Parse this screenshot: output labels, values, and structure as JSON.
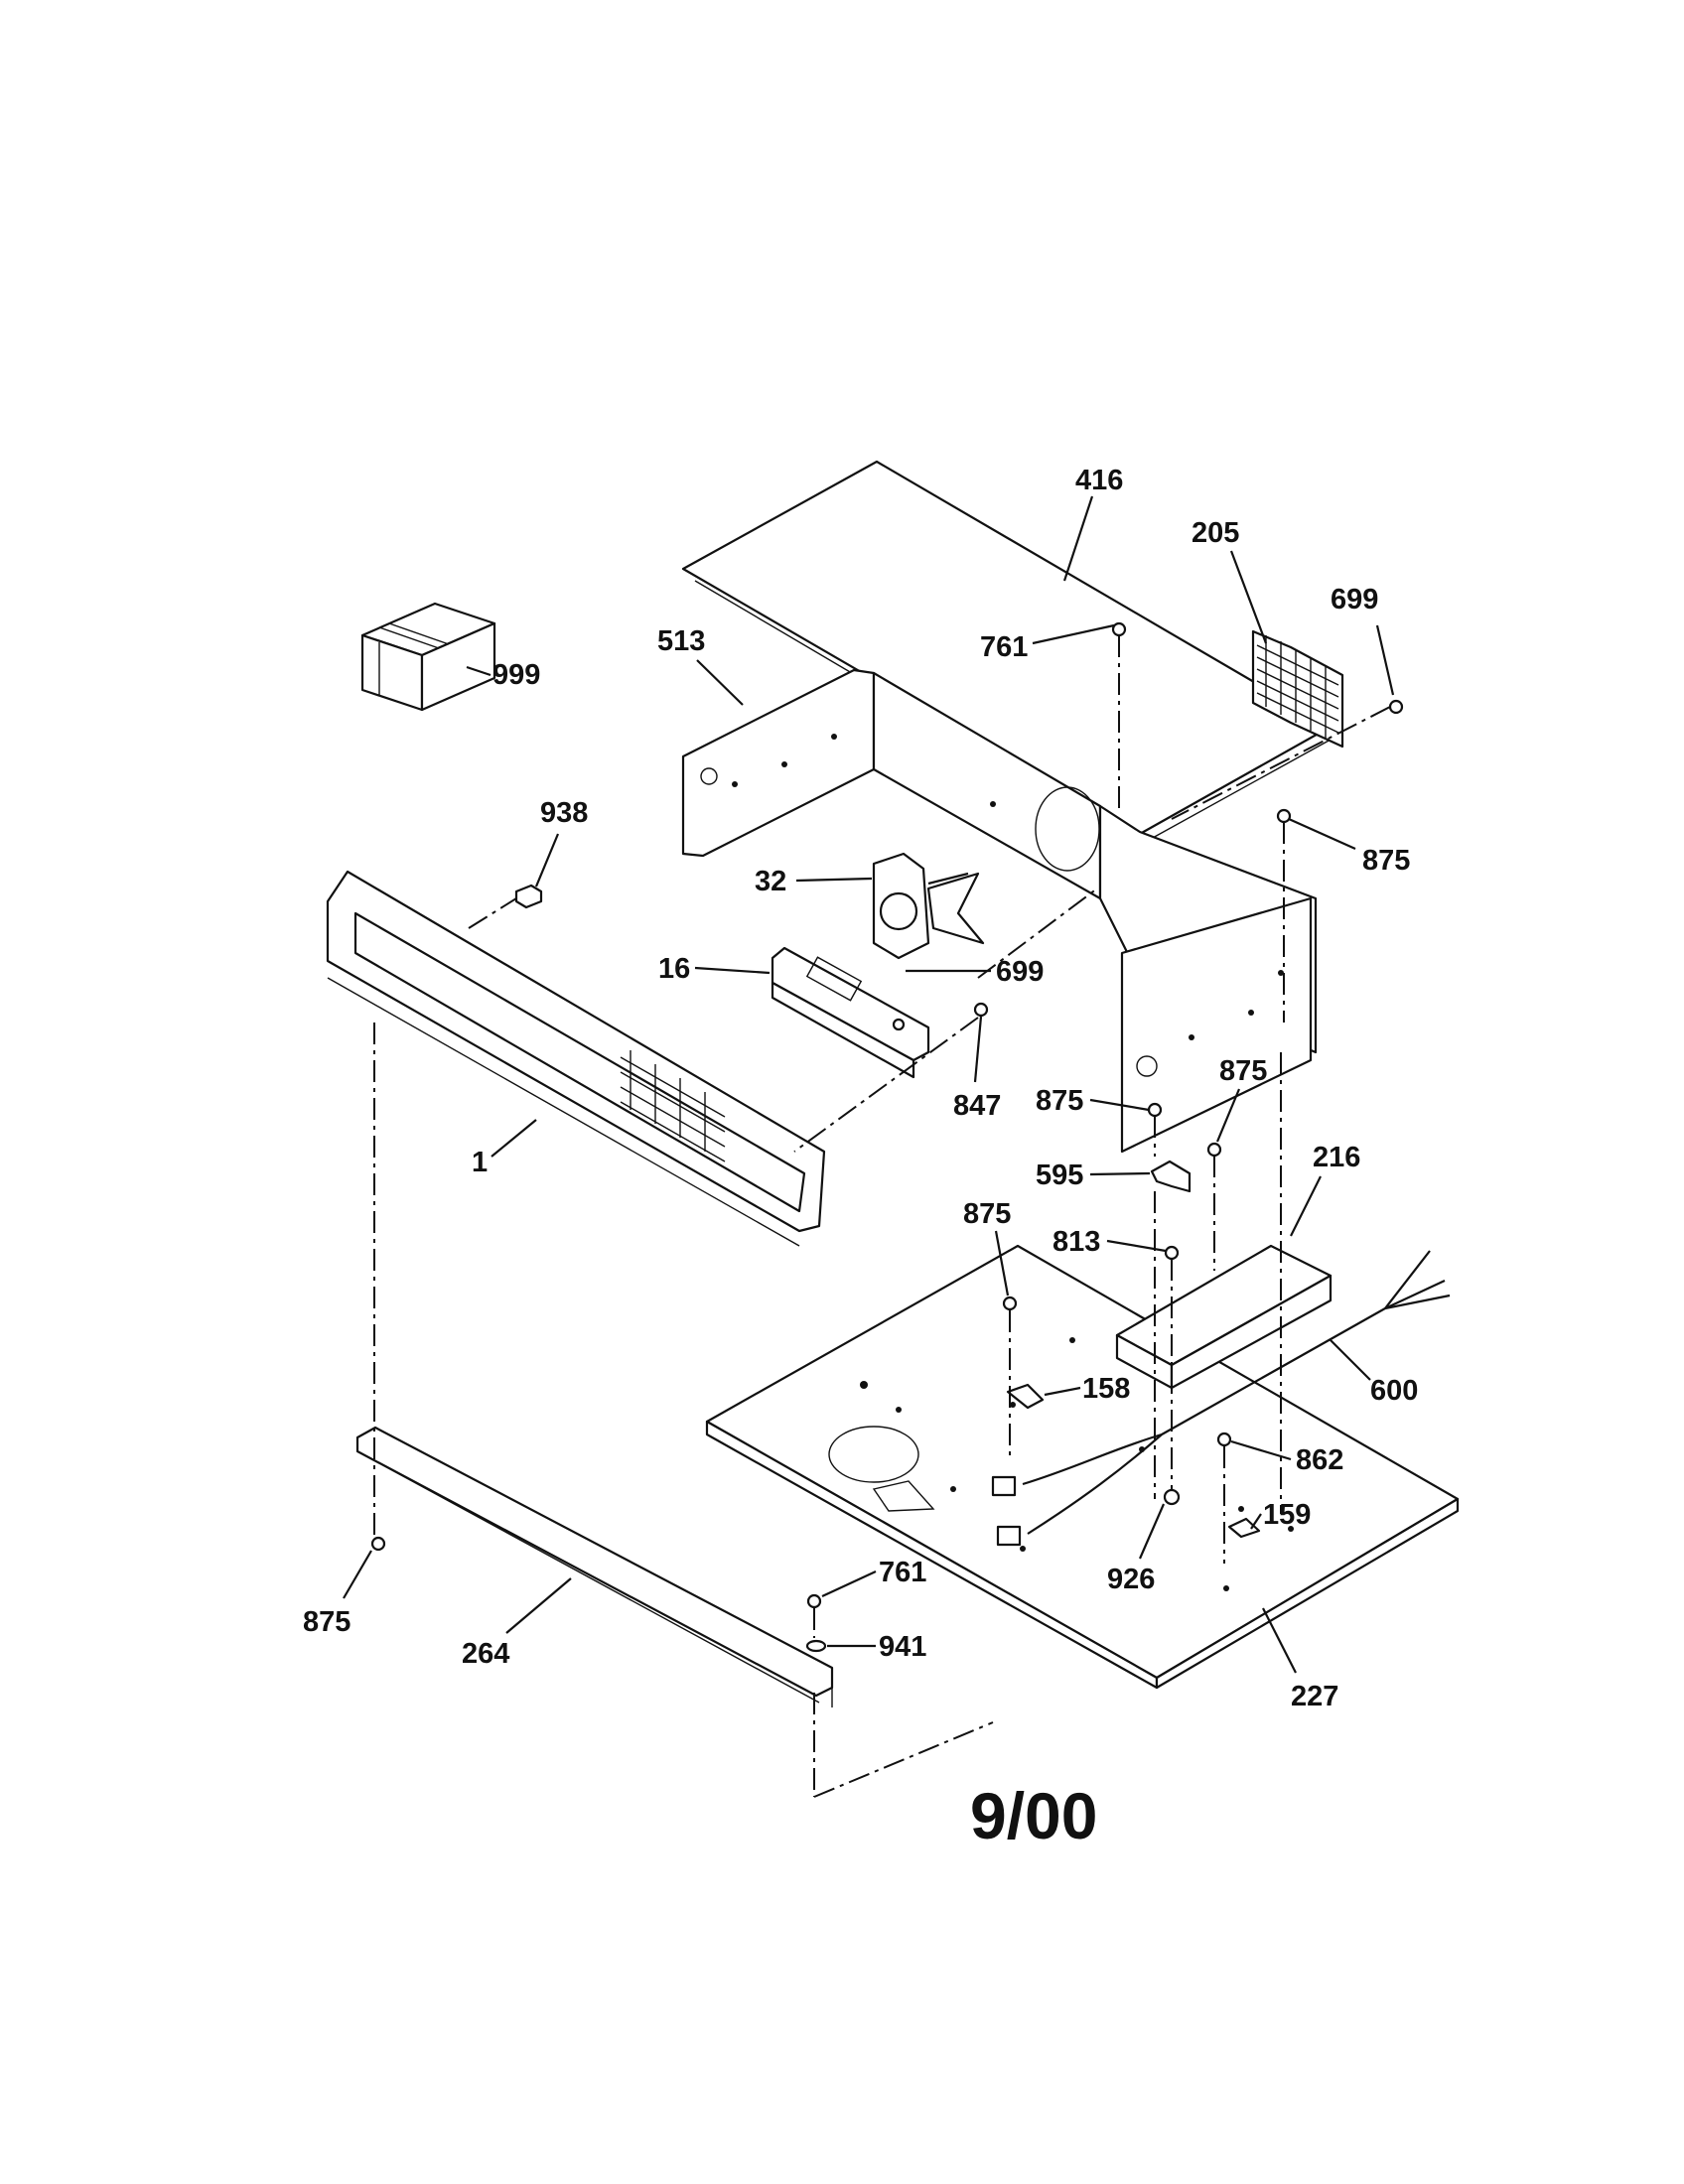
{
  "diagram": {
    "footer_date": "9/00",
    "callouts": {
      "c416": "416",
      "c205": "205",
      "c699a": "699",
      "c513": "513",
      "c761a": "761",
      "c999": "999",
      "c938": "938",
      "c875a": "875",
      "c32": "32",
      "c16": "16",
      "c699b": "699",
      "c847": "847",
      "c1": "1",
      "c875b": "875",
      "c875c": "875",
      "c595": "595",
      "c216": "216",
      "c875d": "875",
      "c813": "813",
      "c600": "600",
      "c158": "158",
      "c862": "862",
      "c159": "159",
      "c926": "926",
      "c761b": "761",
      "c941": "941",
      "c875e": "875",
      "c264": "264",
      "c227": "227"
    }
  }
}
